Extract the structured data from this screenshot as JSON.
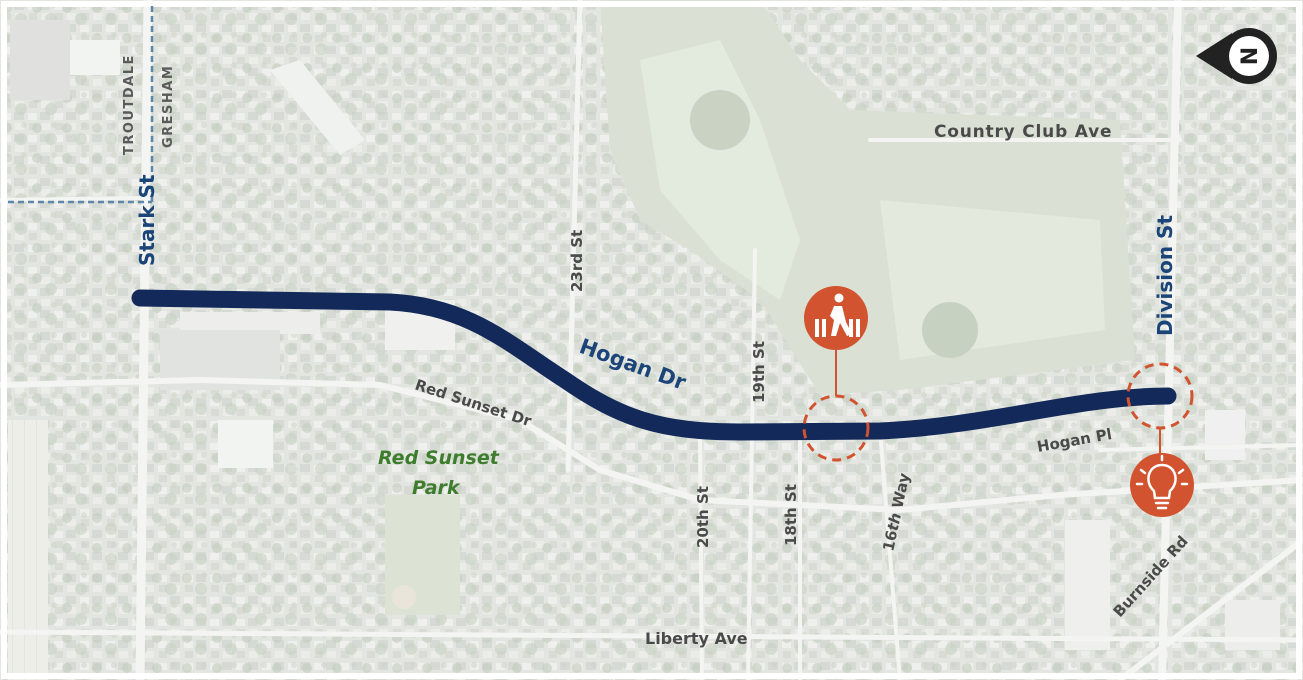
{
  "colors": {
    "corridor": "#13295a",
    "accent": "#d2532f",
    "street_text": "#4a4a4a",
    "major_street_text": "#1b4478",
    "park_text": "#3e7d2e",
    "city_text": "#5a5a5a",
    "boundary": "#5d86a8"
  },
  "streets": {
    "stark": "Stark St",
    "division": "Division St",
    "hogan_dr": "Hogan Dr",
    "hogan_pl": "Hogan Pl",
    "red_sunset_dr": "Red Sunset Dr",
    "country_club": "Country Club Ave",
    "liberty": "Liberty Ave",
    "burnside": "Burnside Rd",
    "st_23": "23rd St",
    "st_20": "20th St",
    "st_19": "19th St",
    "st_18": "18th St",
    "way_16_a": "16",
    "way_16_b": "th",
    "way_16_c": " Way"
  },
  "cities": {
    "troutdale": "TROUTDALE",
    "gresham": "GRESHAM"
  },
  "parks": {
    "red_sunset_1": "Red Sunset",
    "red_sunset_2": "Park"
  },
  "icons": {
    "north": "north-arrow-icon",
    "pedestrian": "pedestrian-crossing-icon",
    "signal": "lightbulb-icon"
  },
  "north_letter": "N"
}
